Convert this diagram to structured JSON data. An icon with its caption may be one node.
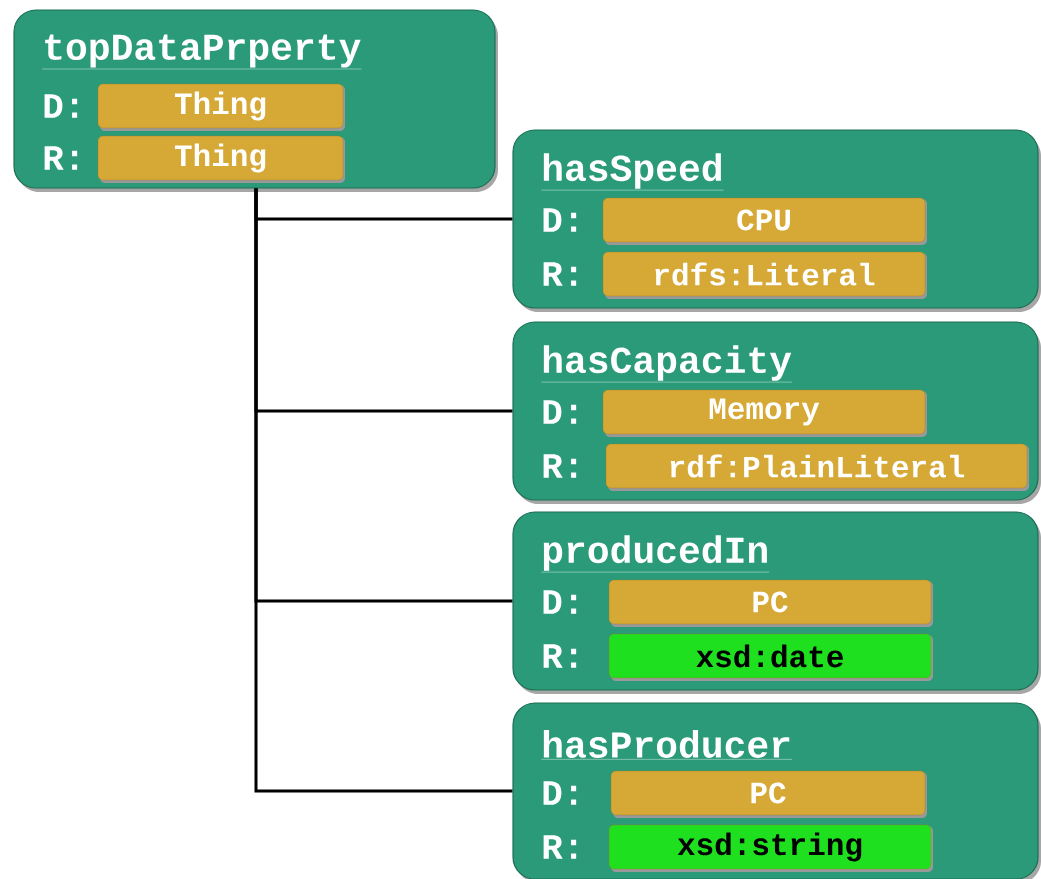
{
  "diagram": {
    "nodes": [
      {
        "text": [
          "topDataPrperty",
          "D:",
          "R:"
        ]
      },
      {
        "text": [
          "Thing"
        ],
        "in": 0
      },
      {
        "text": [
          "Thing"
        ],
        "in": 0
      },
      {
        "text": [
          "hasSpeed",
          "D:",
          "R:"
        ]
      },
      {
        "text": [
          "CPU"
        ],
        "in": 3
      },
      {
        "text": [
          "rdfs:Literal"
        ],
        "in": 3
      },
      {
        "text": [
          "hasCapacity",
          "D:",
          "R:"
        ]
      },
      {
        "text": [
          "Memory"
        ],
        "in": 6
      },
      {
        "text": [
          "rdf:PlainLiteral"
        ],
        "in": 6
      },
      {
        "text": [
          "producedIn",
          "D:",
          "R:"
        ]
      },
      {
        "text": [
          "PC"
        ],
        "in": 9
      },
      {
        "text": [
          "xsd:date"
        ],
        "in": 9
      },
      {
        "text": [
          "hasProducer",
          "D:",
          "R:"
        ]
      },
      {
        "text": [
          "PC"
        ],
        "in": 12
      },
      {
        "text": [
          "xsd:string"
        ],
        "in": 12
      }
    ],
    "edges": [
      {
        "from": 0,
        "to": 3,
        "arrow": "none"
      },
      {
        "from": 0,
        "to": 6,
        "arrow": "none"
      },
      {
        "from": 0,
        "to": 9,
        "arrow": "none"
      },
      {
        "from": 0,
        "to": 12,
        "arrow": "none"
      }
    ]
  }
}
